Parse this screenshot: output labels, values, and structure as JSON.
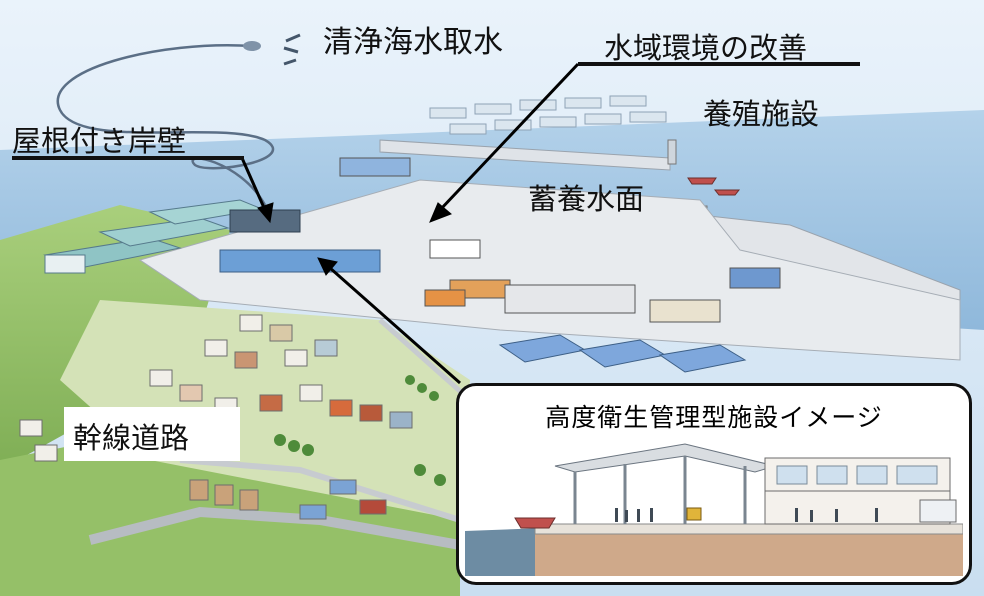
{
  "labels": {
    "seawater_intake": "清浄海水取水",
    "water_environment": "水域環境の改善",
    "aquaculture": "養殖施設",
    "roofed_quay": "屋根付き岸壁",
    "holding_water": "蓄養水面",
    "trunk_road": "幹線道路"
  },
  "inset": {
    "title": "高度衛生管理型施設イメージ"
  }
}
